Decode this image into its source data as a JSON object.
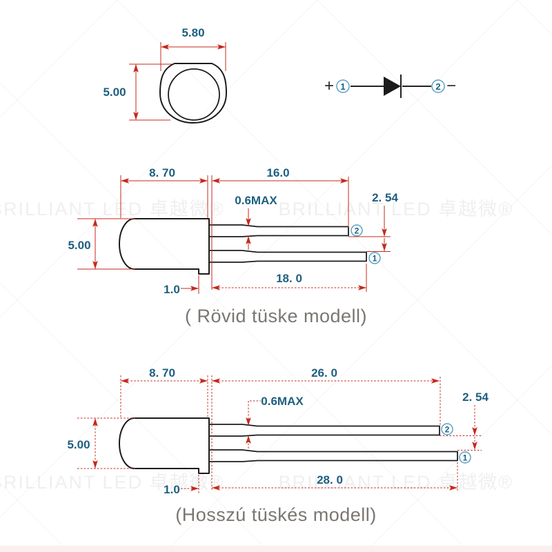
{
  "top_view": {
    "diameter_width": "5.80",
    "diameter_height": "5.00"
  },
  "polarity_symbol": {
    "plus": "+",
    "minus": "−",
    "anode_pin": "1",
    "cathode_pin": "2"
  },
  "short_model": {
    "caption": "( Rövid tüske modell)",
    "body_length": "8. 70",
    "cathode_lead_length": "16.0",
    "lead_thickness": "0.6MAX",
    "body_diameter": "5.00",
    "lead_pitch": "2. 54",
    "flange_width": "1.0",
    "anode_lead_length": "18. 0",
    "pin1": "1",
    "pin2": "2"
  },
  "long_model": {
    "caption": "(Hosszú tüskés modell)",
    "body_length": "8. 70",
    "cathode_lead_length": "26. 0",
    "lead_thickness": "0.6MAX",
    "body_diameter": "5.00",
    "lead_pitch": "2. 54",
    "flange_width": "1.0",
    "anode_lead_length": "28. 0",
    "pin1": "1",
    "pin2": "2"
  },
  "watermark": {
    "text": "BRILLIANT LED 卓越微®"
  },
  "colors": {
    "dimension_line": "#c5281c",
    "dimension_text": "#1e5f80",
    "part_outline": "#1b1b1b",
    "caption_text": "#7a7672",
    "pin_badge": "#58a3c6"
  }
}
